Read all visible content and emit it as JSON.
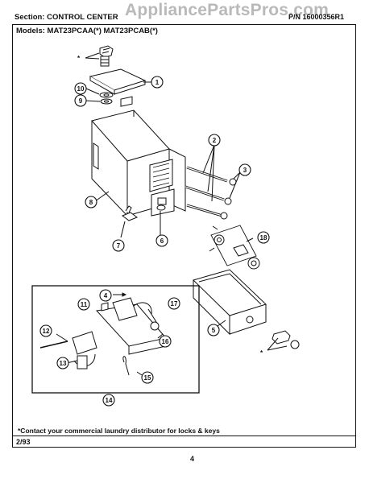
{
  "header": {
    "watermark": "AppliancePartsPros.com",
    "section_label": "Section:",
    "section_value": "CONTROL CENTER",
    "part_number": "P/N 16000356R1"
  },
  "models": {
    "label": "Models:",
    "values": "MAT23PCAA(*)   MAT23PCAB(*)"
  },
  "callouts": [
    "1",
    "2",
    "3",
    "4",
    "5",
    "6",
    "7",
    "8",
    "9",
    "10",
    "11",
    "12",
    "13",
    "14",
    "15",
    "16",
    "17",
    "18"
  ],
  "asterisk": "*",
  "footnote": "*Contact your commercial laundry distributor for locks & keys",
  "date": "2/93",
  "page_number": "4"
}
